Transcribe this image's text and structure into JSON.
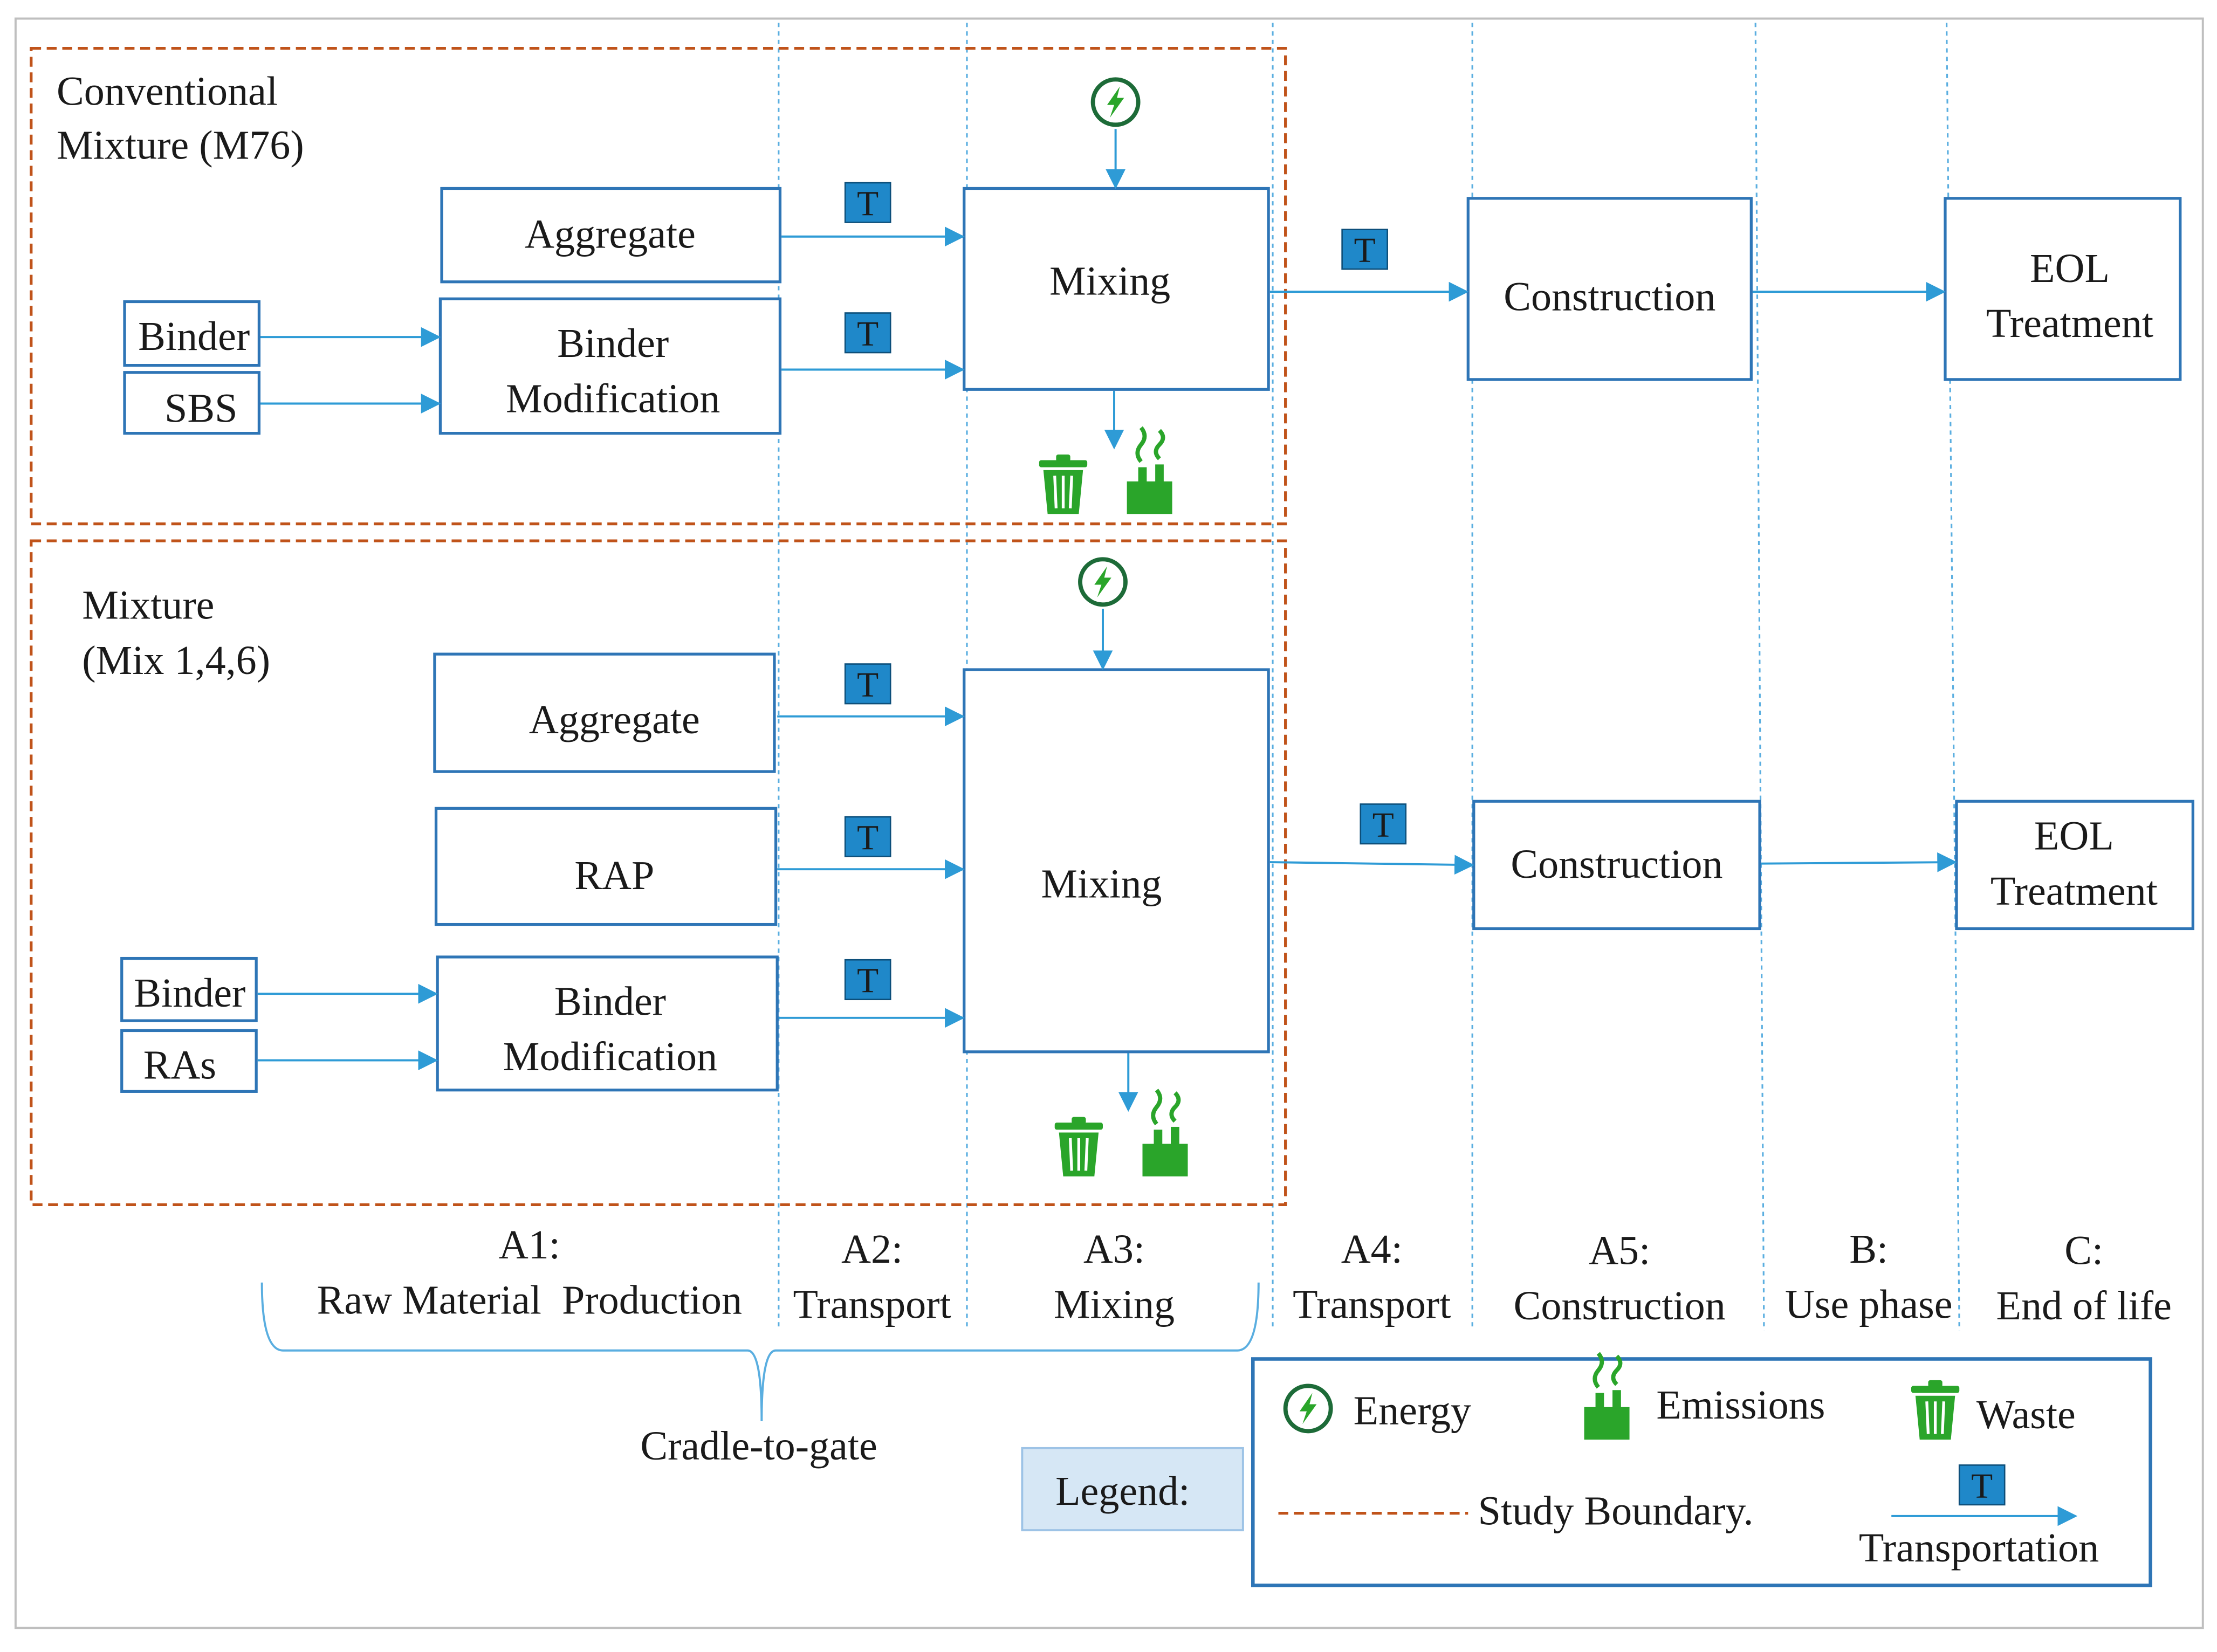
{
  "colors": {
    "box_stroke": "#2e75b6",
    "arrow": "#2e9bd6",
    "divider": "#5aaee0",
    "boundary": "#c0531a",
    "transport_fill": "#1f88c9",
    "transport_text": "#0a1a2a",
    "icon_green": "#2aa52a",
    "energy_ring": "#1d6b38",
    "legend_fill": "#d6e7f5",
    "frame": "#bfbfbf"
  },
  "icons": {
    "energy": "energy-icon",
    "emissions": "emissions-icon",
    "waste": "waste-icon",
    "transport": "transport-icon"
  },
  "top": {
    "title_line1": "Conventional",
    "title_line2": "Mixture (M76)",
    "aggregate": "Aggregate",
    "binder_mod_line1": "Binder",
    "binder_mod_line2": "Modification",
    "binder": "Binder",
    "sbs": "SBS",
    "mixing": "Mixing",
    "construction": "Construction",
    "eol_line1": "EOL",
    "eol_line2": "Treatment",
    "t_label": "T"
  },
  "bottom": {
    "title_line1": "Mixture",
    "title_line2": "(Mix 1,4,6)",
    "aggregate": "Aggregate",
    "rap": "RAP",
    "binder_mod_line1": "Binder",
    "binder_mod_line2": "Modification",
    "binder": "Binder",
    "ras": "RAs",
    "mixing": "Mixing",
    "construction": "Construction",
    "eol_line1": "EOL",
    "eol_line2": "Treatment",
    "t_label": "T"
  },
  "stages": [
    {
      "code": "A1:",
      "name": "Raw Material  Production"
    },
    {
      "code": "A2:",
      "name": "Transport"
    },
    {
      "code": "A3:",
      "name": "Mixing"
    },
    {
      "code": "A4:",
      "name": "Transport"
    },
    {
      "code": "A5:",
      "name": "Construction"
    },
    {
      "code": "B:",
      "name": "Use phase"
    },
    {
      "code": "C:",
      "name": "End of life"
    }
  ],
  "bracket_label": "Cradle-to-gate",
  "legend": {
    "title": "Legend:",
    "energy": "Energy",
    "emissions": "Emissions",
    "waste": "Waste",
    "study_boundary": "Study Boundary.",
    "transportation": "Transportation",
    "t_label": "T"
  }
}
